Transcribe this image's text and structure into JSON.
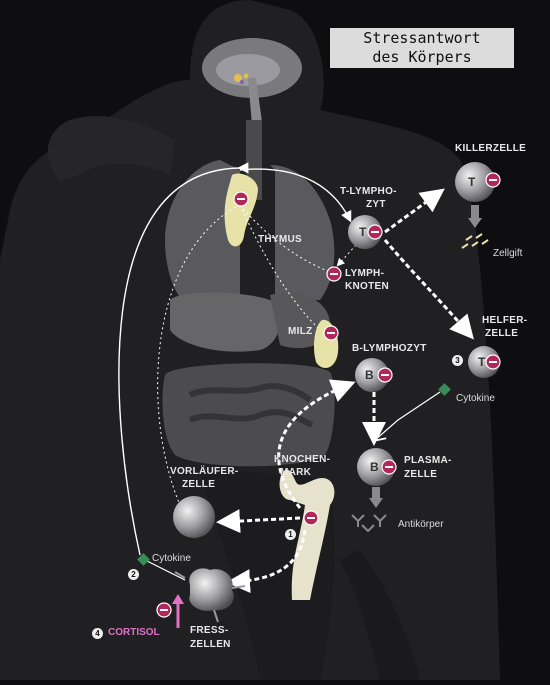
{
  "title": {
    "line1": "Stressantwort",
    "line2": "des Körpers"
  },
  "labels": {
    "killerzelle": "KILLERZELLE",
    "zellgift": "Zellgift",
    "t_lympho_1": "T-LYMPHO-",
    "t_lympho_2": "ZYT",
    "thymus": "THYMUS",
    "lymph_1": "LYMPH-",
    "lymph_2": "KNOTEN",
    "helfer_1": "HELFER-",
    "helfer_2": "ZELLE",
    "milz": "MILZ",
    "b_lympho": "B-LYMPHOZYT",
    "cytokine_right": "Cytokine",
    "plasma_1": "PLASMA-",
    "plasma_2": "ZELLE",
    "antikoerper": "Antikörper",
    "knochen_1": "KNOCHEN-",
    "knochen_2": "MARK",
    "vorlaeufer_1": "VORLÄUFER-",
    "vorlaeufer_2": "ZELLE",
    "cytokine_left": "Cytokine",
    "cortisol": "CORTISOL",
    "fress_1": "FRESS-",
    "fress_2": "ZELLEN"
  },
  "cell_letters": {
    "t": "T",
    "b": "B"
  },
  "steps": [
    "1",
    "2",
    "3",
    "4"
  ],
  "colors": {
    "background": "#0e0e10",
    "body": "#2a2a2c",
    "organ": "#6a6a6c",
    "thymus": "#e6e2a8",
    "inhibit": "#b0285a",
    "cytokine": "#3a8a5a",
    "cortisol": "#e070c8"
  }
}
